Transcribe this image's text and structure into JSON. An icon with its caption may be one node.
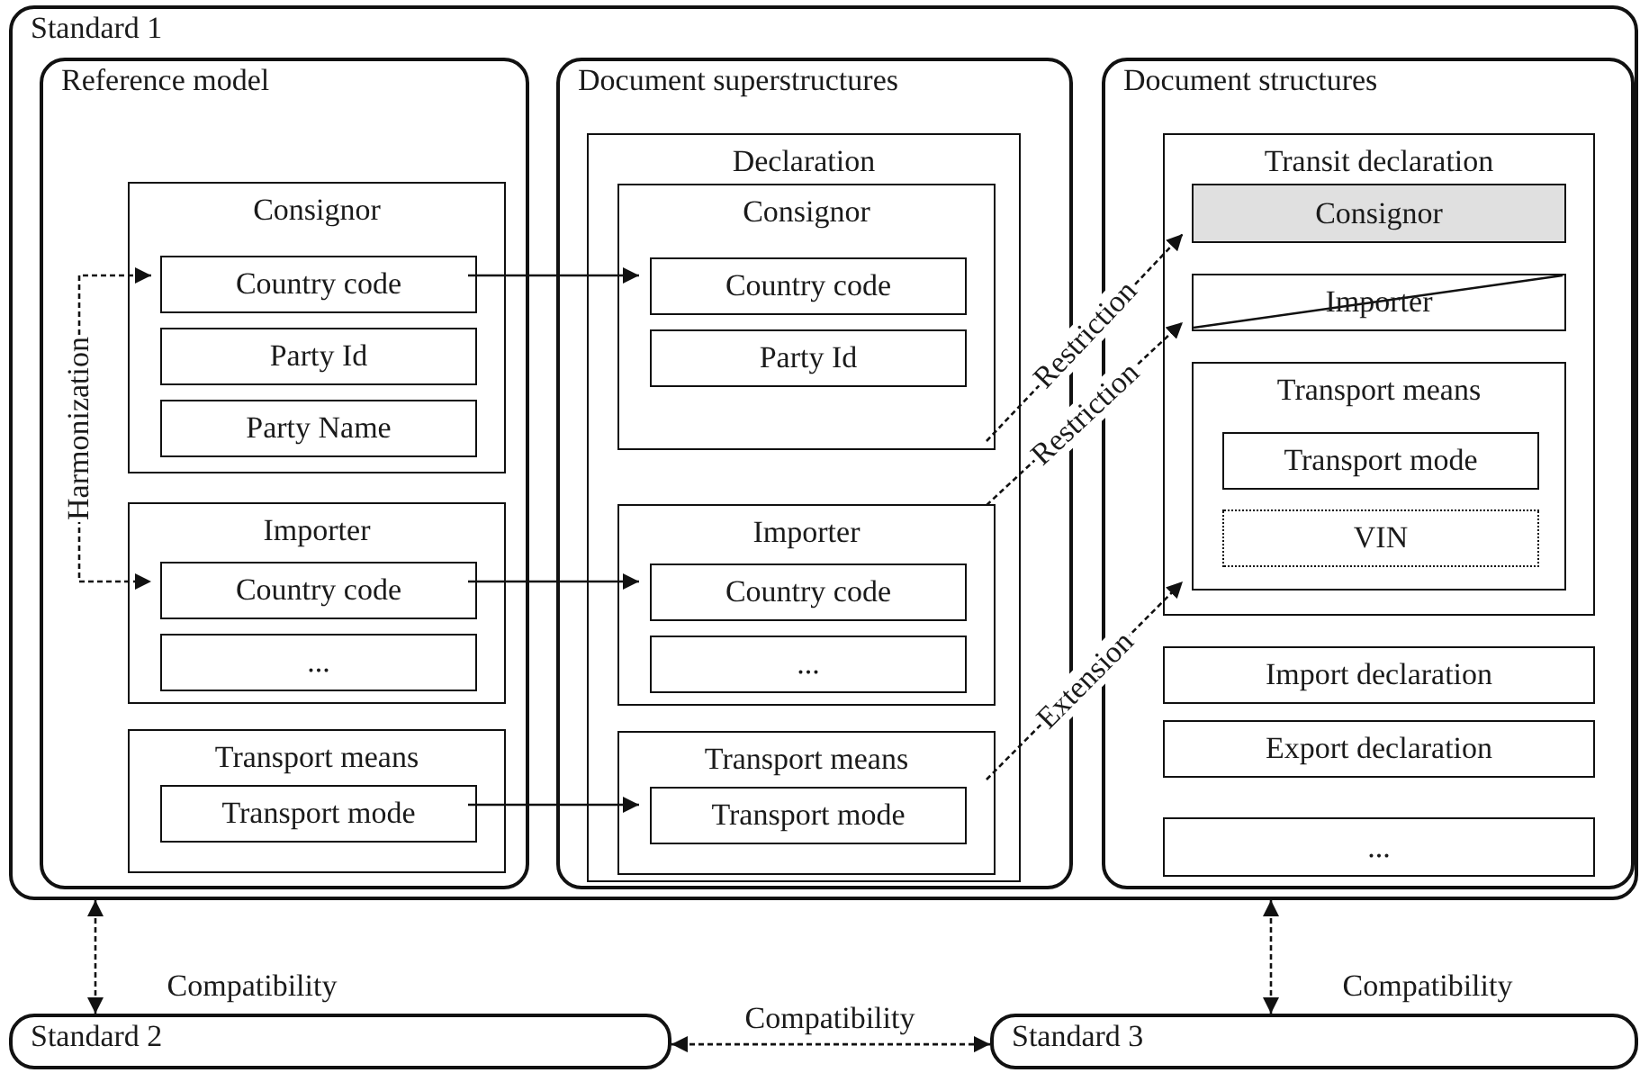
{
  "diagram": {
    "nodes": [
      {
        "text": [
          "Standard 1"
        ]
      },
      {
        "text": [
          "Reference model"
        ],
        "in": 0
      },
      {
        "text": [
          "Consignor"
        ],
        "in": 1
      },
      {
        "text": [
          "Country code"
        ],
        "in": 2
      },
      {
        "text": [
          "Party Id"
        ],
        "in": 2
      },
      {
        "text": [
          "Party Name"
        ],
        "in": 2
      },
      {
        "text": [
          "Importer"
        ],
        "in": 1
      },
      {
        "text": [
          "Country code"
        ],
        "in": 6
      },
      {
        "text": [
          "..."
        ],
        "in": 6
      },
      {
        "text": [
          "Transport means"
        ],
        "in": 1
      },
      {
        "text": [
          "Transport mode"
        ],
        "in": 9
      },
      {
        "text": [
          "Document superstructures"
        ],
        "in": 0
      },
      {
        "text": [
          "Declaration"
        ],
        "in": 11
      },
      {
        "text": [
          "Consignor"
        ],
        "in": 12
      },
      {
        "text": [
          "Country code"
        ],
        "in": 13
      },
      {
        "text": [
          "Party Id"
        ],
        "in": 13
      },
      {
        "text": [
          "Importer"
        ],
        "in": 12
      },
      {
        "text": [
          "Country code"
        ],
        "in": 16
      },
      {
        "text": [
          "..."
        ],
        "in": 16
      },
      {
        "text": [
          "Transport means"
        ],
        "in": 12
      },
      {
        "text": [
          "Transport mode"
        ],
        "in": 19
      },
      {
        "text": [
          "Document structures"
        ],
        "in": 0
      },
      {
        "text": [
          "Transit declaration"
        ],
        "in": 21
      },
      {
        "text": [
          "Consignor"
        ],
        "in": 22
      },
      {
        "text": [
          "Importer"
        ],
        "in": 22
      },
      {
        "text": [
          "Transport means"
        ],
        "in": 22
      },
      {
        "text": [
          "Transport mode"
        ],
        "in": 25
      },
      {
        "text": [
          "VIN"
        ],
        "in": 25
      },
      {
        "text": [
          "Import declaration"
        ],
        "in": 21
      },
      {
        "text": [
          "Export declaration"
        ],
        "in": 21
      },
      {
        "text": [
          "..."
        ],
        "in": 21
      },
      {
        "text": [
          "Standard 2"
        ]
      },
      {
        "text": [
          "Standard 3"
        ]
      }
    ],
    "edges": [
      {
        "from": 3,
        "to": 14,
        "arrow": "to"
      },
      {
        "from": 7,
        "to": 17,
        "arrow": "to"
      },
      {
        "from": 10,
        "to": 20,
        "arrow": "to"
      },
      {
        "from": 3,
        "to": 7,
        "arrow": "both",
        "label": "Harmonization",
        "style": "dashed"
      },
      {
        "from": 13,
        "to": 23,
        "arrow": "to",
        "label": "Restriction",
        "style": "dashed"
      },
      {
        "from": 16,
        "to": 24,
        "arrow": "to",
        "label": "Restriction",
        "style": "dashed"
      },
      {
        "from": 19,
        "to": 25,
        "arrow": "to",
        "label": "Extension",
        "style": "dashed"
      },
      {
        "from": 0,
        "to": 31,
        "arrow": "both",
        "label": "Compatibility",
        "style": "dashed"
      },
      {
        "from": 31,
        "to": 32,
        "arrow": "both",
        "label": "Compatibility",
        "style": "dashed"
      },
      {
        "from": 0,
        "to": 32,
        "arrow": "both",
        "label": "Compatibility",
        "style": "dashed"
      }
    ]
  }
}
